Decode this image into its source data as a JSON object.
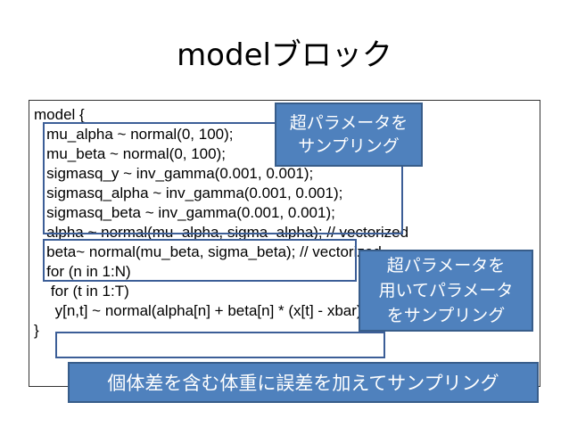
{
  "slide": {
    "title": "modelブロック"
  },
  "code_lines": [
    "model {",
    "   mu_alpha ~ normal(0, 100);",
    "   mu_beta ~ normal(0, 100);",
    "   sigmasq_y ~ inv_gamma(0.001, 0.001);",
    "   sigmasq_alpha ~ inv_gamma(0.001, 0.001);",
    "   sigmasq_beta ~ inv_gamma(0.001, 0.001);",
    "   alpha ~ normal(mu_alpha, sigma_alpha); // vectorized",
    "   beta~ normal(mu_beta, sigma_beta); // vectorized",
    "   for (n in 1:N)",
    "    for (t in 1:T)",
    "     y[n,t] ~ normal(alpha[n] + beta[n] * (x[t] - xbar), sigma_y);",
    "}"
  ],
  "callouts": {
    "hyperparam_sampling": {
      "line1": "超パラメータを",
      "line2": "サンプリング"
    },
    "param_sampling": {
      "line1": "超パラメータを",
      "line2": "用いてパラメータ",
      "line3": "をサンプリング"
    },
    "weight_sampling": {
      "text": "個体差を含む体重に誤差を加えてサンプリング"
    }
  },
  "colors": {
    "callout_fill": "#4f81bd",
    "callout_border": "#385d8a",
    "highlight_border": "#3c5e97"
  }
}
